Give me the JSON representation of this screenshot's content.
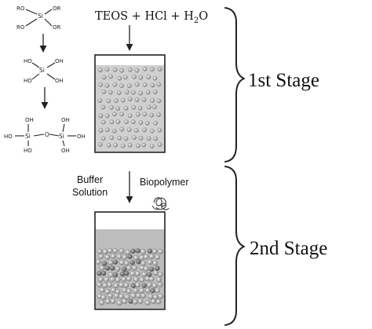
{
  "colors": {
    "ink": "#222222",
    "liquid_stage1": "#d0d0d0",
    "liquid_stage2": "#bdbdbd",
    "particle": "#8c8c8c",
    "particle_highlight": "#f2f2f2",
    "biopolymer_particle": "#5e5e5e"
  },
  "chemistry": {
    "tetraalkoxide": {
      "center": "Si",
      "substituents": [
        "RO",
        "OR",
        "RO",
        "OR"
      ]
    },
    "silanol": {
      "center": "Si",
      "substituents": [
        "HO",
        "OH",
        "HO",
        "OH"
      ]
    },
    "siloxane": {
      "left_center": "Si",
      "right_center": "Si",
      "bridge": "O",
      "left_substituents": [
        "OH",
        "HO",
        "HO"
      ],
      "right_substituents": [
        "OH",
        "OH",
        "OH"
      ]
    }
  },
  "reagents": {
    "stage1": {
      "parts": [
        "TEOS + HCl + H",
        "2",
        "O"
      ]
    },
    "buffer_line1": "Buffer",
    "buffer_line2": "Solution",
    "biopolymer": "Biopolymer"
  },
  "stages": {
    "first": "1st Stage",
    "second": "2nd Stage"
  },
  "icons": {
    "biopolymer": "protein-coil-icon",
    "brace": "curly-brace-icon"
  }
}
